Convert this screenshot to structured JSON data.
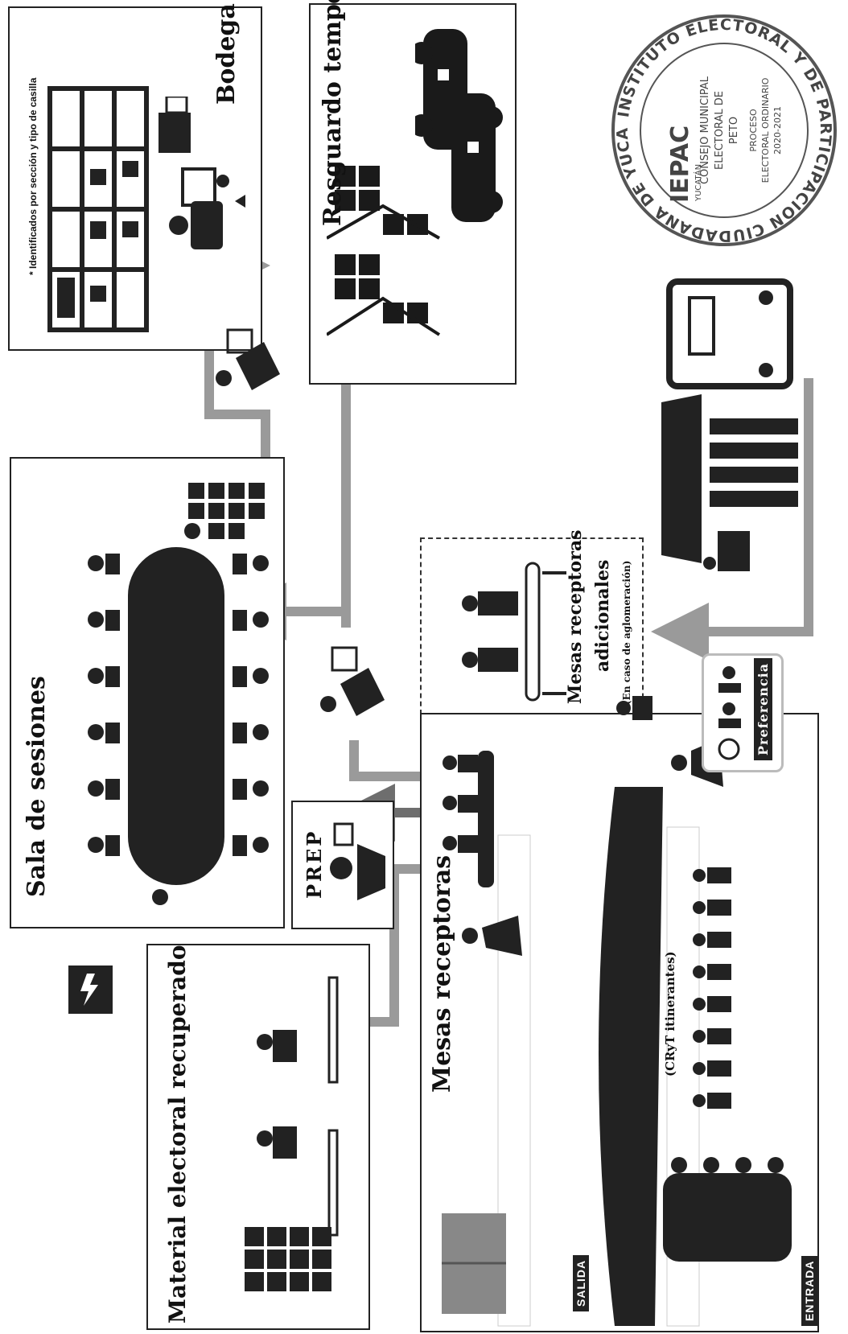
{
  "areas": {
    "bodega": {
      "title": "Bodega",
      "note": "* Identificados por sección y tipo de casilla"
    },
    "resguardo": {
      "title": "Resguardo temporal"
    },
    "sala": {
      "title": "Sala de sesiones"
    },
    "prep": {
      "title": "PREP"
    },
    "material": {
      "title": "Material electoral recuperado"
    },
    "mesas": {
      "title": "Mesas receptoras"
    },
    "adicionales": {
      "title_line1": "Mesas receptoras",
      "title_line2": "adicionales",
      "note": "(En caso de aglomeración)"
    },
    "preferencia": {
      "label": "Preferencia"
    },
    "cryt": {
      "label": "(CRyT itinerantes)"
    }
  },
  "signs": {
    "salida": "SALIDA",
    "entrada": "ENTRADA"
  },
  "seal": {
    "outer_text": "INSTITUTO ELECTORAL Y DE PARTICIPACIÓN CIUDADANA DE YUCATÁN",
    "logo": "IEPAC",
    "logo_sub": "YUCATÁN",
    "line1": "CONSEJO MUNICIPAL",
    "line2": "ELECTORAL DE",
    "line3": "PETO",
    "line4": "PROCESO",
    "line5": "ELECTORAL ORDINARIO",
    "line6": "2020-2021"
  },
  "colors": {
    "ink": "#1a1a1a",
    "arrow": "#9a9a9a",
    "dark_arrow": "#6e6e6e",
    "seal": "#555555"
  }
}
